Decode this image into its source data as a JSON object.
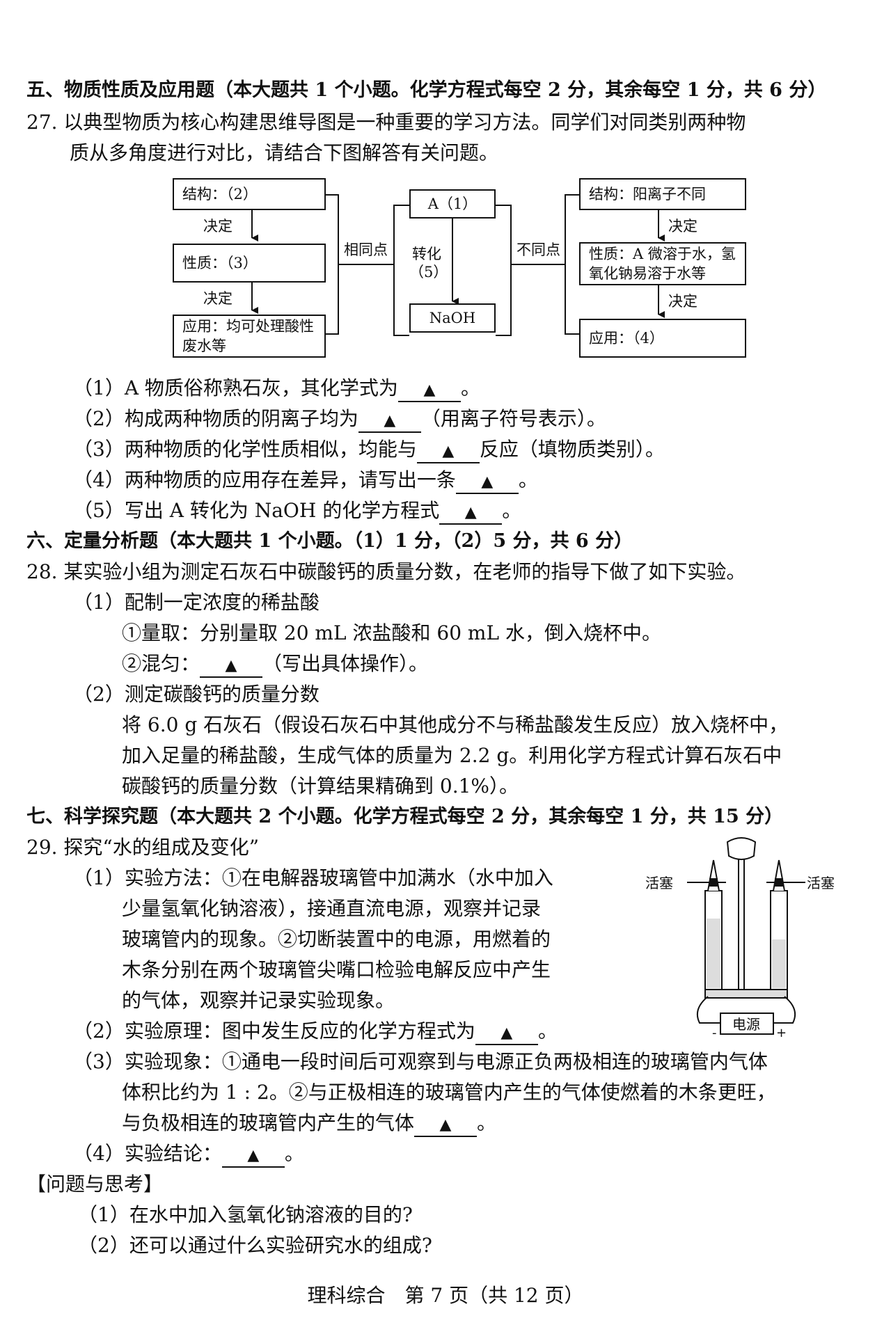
{
  "s5": {
    "title": "五、物质性质及应用题（本大题共 1 个小题。化学方程式每空 2 分，其余每空 1 分，共 6 分）"
  },
  "q27": {
    "line1": "27.  以典型物质为核心构建思维导图是一种重要的学习方法。同学们对同类别两种物",
    "line2": "质从多角度进行对比，请结合下图解答有关问题。",
    "diagram": {
      "left_struct": "结构：（2）",
      "left_decide1": "决定",
      "left_prop": "性质：（3）",
      "left_decide2": "决定",
      "left_app": "应用：均可处理酸性废水等",
      "same": "相同点",
      "center_a": "A（1）",
      "center_conv": "转化（5）",
      "center_naoh": "NaOH",
      "diff": "不同点",
      "right_struct": "结构：阳离子不同",
      "right_decide1": "决定",
      "right_prop": "性质：A 微溶于水，氢氧化钠易溶于水等",
      "right_decide2": "决定",
      "right_app": "应用：（4）"
    },
    "sub": [
      {
        "pre": "（1）A 物质俗称熟石灰，其化学式为",
        "post": "。"
      },
      {
        "pre": "（2）构成两种物质的阴离子均为",
        "post": "（用离子符号表示）。"
      },
      {
        "pre": "（3）两种物质的化学性质相似，均能与",
        "post": "反应（填物质类别）。"
      },
      {
        "pre": "（4）两种物质的应用存在差异，请写出一条",
        "post": "。"
      },
      {
        "pre": "（5）写出 A 转化为 NaOH 的化学方程式",
        "post": "。"
      }
    ]
  },
  "s6": {
    "title": "六、定量分析题（本大题共 1 个小题。（1）1 分，（2）5 分，共 6 分）"
  },
  "q28": {
    "line1": "28.  某实验小组为测定石灰石中碳酸钙的质量分数，在老师的指导下做了如下实验。",
    "p1": "（1）配制一定浓度的稀盐酸",
    "p1a": "①量取：分别量取 20 mL 浓盐酸和 60 mL 水，倒入烧杯中。",
    "p1b_pre": "②混匀：",
    "p1b_post": "（写出具体操作）。",
    "p2": "（2）测定碳酸钙的质量分数",
    "p2a": "将 6.0 g 石灰石（假设石灰石中其他成分不与稀盐酸发生反应）放入烧杯中，",
    "p2b": "加入足量的稀盐酸，生成气体的质量为 2.2 g。利用化学方程式计算石灰石中",
    "p2c": "碳酸钙的质量分数（计算结果精确到 0.1%）。"
  },
  "s7": {
    "title": "七、科学探究题（本大题共 2 个小题。化学方程式每空 2 分，其余每空 1 分，共 15 分）"
  },
  "q29": {
    "line1": "29.  探究“水的组成及变化”",
    "m1": "（1）实验方法：①在电解器玻璃管中加满水（水中加入",
    "m2": "少量氢氧化钠溶液），接通直流电源，观察并记录",
    "m3": "玻璃管内的现象。②切断装置中的电源，用燃着的",
    "m4": "木条分别在两个玻璃管尖嘴口检验电解反应中产生",
    "m5": "的气体，观察并记录实验现象。",
    "r_pre": "（2）实验原理：图中发生反应的化学方程式为",
    "r_post": "。",
    "ph1": "（3）实验现象：①通电一段时间后可观察到与电源正负两极相连的玻璃管内气体",
    "ph2": "体积比约为 1 : 2。②与正极相连的玻璃管内产生的气体使燃着的木条更旺，",
    "ph3_pre": "与负极相连的玻璃管内产生的气体",
    "ph3_post": "。",
    "c_pre": "（4）实验结论：",
    "c_post": "。",
    "apparatus": {
      "valve_left": "活塞",
      "valve_right": "活塞",
      "power": "电源",
      "minus": "-",
      "plus": "+"
    },
    "think_title": "【问题与思考】",
    "t1": "（1）在水中加入氢氧化钠溶液的目的?",
    "t2": "（2）还可以通过什么实验研究水的组成?"
  },
  "blank_symbol": "▲",
  "footer": "理科综合　第 7 页（共 12 页）"
}
